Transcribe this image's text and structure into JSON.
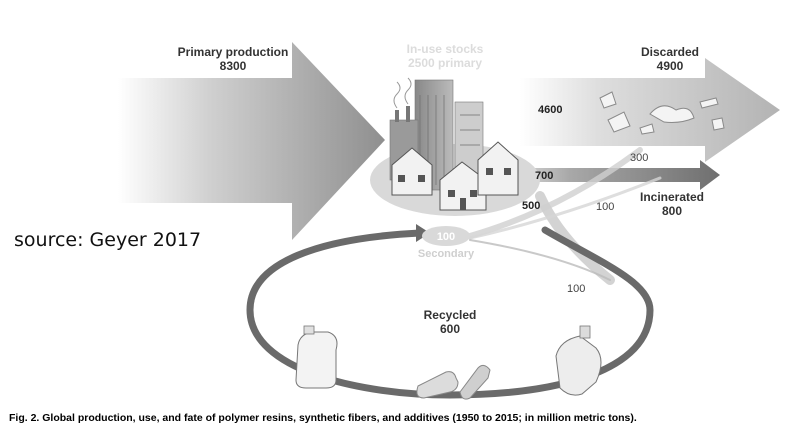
{
  "primary": {
    "label": "Primary production",
    "value": "8300"
  },
  "stocks": {
    "label": "In-use stocks",
    "value": "2500 primary"
  },
  "discarded": {
    "label": "Discarded",
    "value": "4900"
  },
  "incinerated": {
    "label": "Incinerated",
    "value": "800"
  },
  "recycled": {
    "label": "Recycled",
    "value": "600"
  },
  "secondary": {
    "value": "100",
    "label": "Secondary"
  },
  "flows": {
    "to_discarded": "4600",
    "to_incinerated": "700",
    "to_recycled": "500",
    "recycled_to_discarded": "300",
    "recycled_to_incinerated": "100",
    "recycled_loss": "100"
  },
  "source_note": "source: Geyer 2017",
  "caption": "Fig. 2.  Global production, use, and fate of polymer resins, synthetic fibers, and additives (1950 to 2015; in million metric tons)."
}
